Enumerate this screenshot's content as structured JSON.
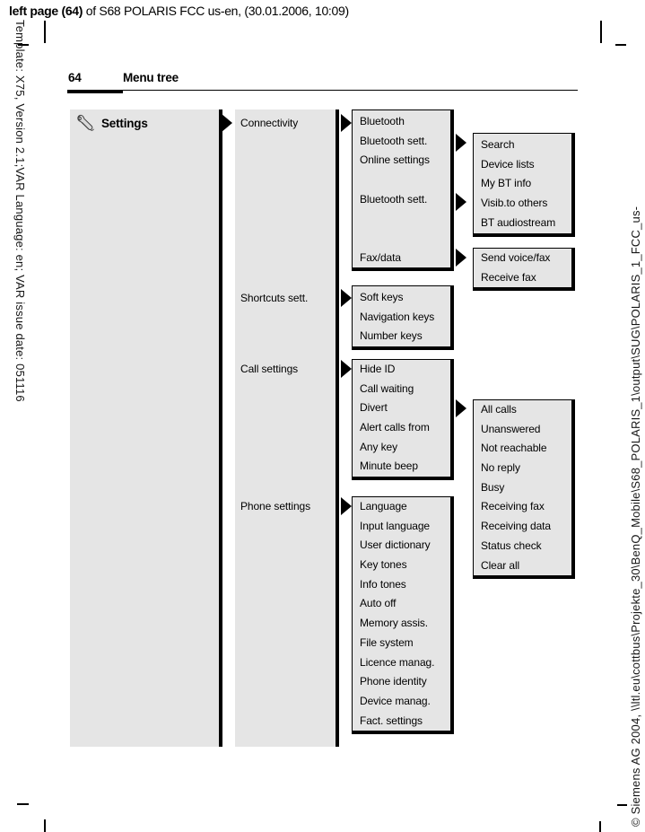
{
  "print_header": {
    "bold_part": "left page (64)",
    "normal_part": " of S68 POLARIS FCC us-en,  (30.01.2006, 10:09)"
  },
  "margins": {
    "left_text": "Template: X75, Version 2.1;VAR Language: en; VAR issue date: 051116",
    "right_text": "© Siemens AG 2004, \\\\ltl.eu\\cottbus\\Projekte_30\\BenQ_Mobile\\S68_POLARIS_1\\output\\SUG\\POLARIS_1_FCC_us-"
  },
  "page_header": {
    "page_number": "64",
    "title": "Menu tree"
  },
  "menu_tree": {
    "root": {
      "label": "Settings",
      "icon": "wrench-icon"
    },
    "column2": {
      "items": [
        "Connectivity",
        "Shortcuts sett.",
        "Call settings",
        "Phone settings"
      ]
    },
    "boxes": {
      "bluetooth": {
        "rows": [
          "Bluetooth",
          "Bluetooth sett.",
          "Online settings",
          "",
          "Bluetooth sett.",
          "",
          "",
          "Fax/data"
        ]
      },
      "bt_settings": {
        "rows": [
          "Search",
          "Device lists",
          "My BT info",
          "Visib.to others",
          "BT audiostream"
        ]
      },
      "fax_data": {
        "rows": [
          "Send voice/fax",
          "Receive fax"
        ]
      },
      "shortcuts": {
        "rows": [
          "Soft keys",
          "Navigation keys",
          "Number keys"
        ]
      },
      "call_settings": {
        "rows": [
          "Hide ID",
          "Call waiting",
          "Divert",
          "Alert calls from",
          "Any key",
          "Minute beep"
        ]
      },
      "divert": {
        "rows": [
          "All calls",
          "Unanswered",
          "Not reachable",
          "No reply",
          "Busy",
          "Receiving fax",
          "Receiving data",
          "Status check",
          "Clear all"
        ]
      },
      "phone_settings": {
        "rows": [
          "Language",
          "Input language",
          "User dictionary",
          "Key tones",
          "Info tones",
          "Auto off",
          "Memory assis.",
          "File system",
          "Licence manag.",
          "Phone identity",
          "Device manag.",
          "Fact. settings"
        ]
      }
    }
  },
  "colors": {
    "box_fill": "#e5e5e5",
    "line": "#000000"
  }
}
